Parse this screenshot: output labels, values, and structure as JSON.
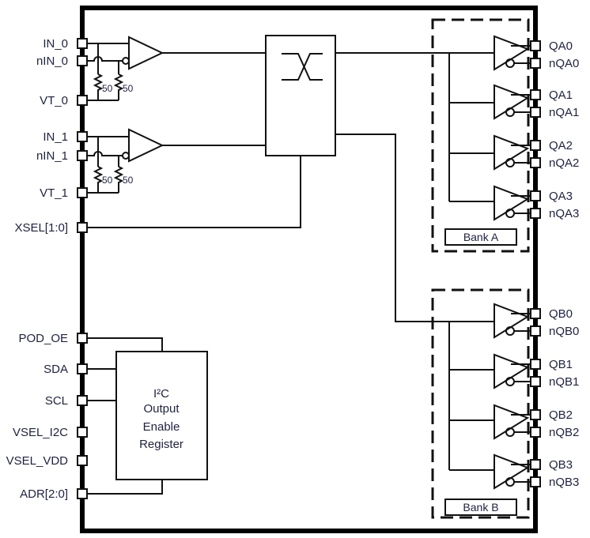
{
  "left_pins": {
    "in0": "IN_0",
    "nin0": "nIN_0",
    "vt0": "VT_0",
    "in1": "IN_1",
    "nin1": "nIN_1",
    "vt1": "VT_1",
    "xsel": "XSEL[1:0]",
    "pod_oe": "POD_OE",
    "sda": "SDA",
    "scl": "SCL",
    "vsel_i2c": "VSEL_I2C",
    "vsel_vdd": "VSEL_VDD",
    "adr": "ADR[2:0]"
  },
  "resistors": {
    "r1": "50",
    "r2": "50",
    "r3": "50",
    "r4": "50"
  },
  "bank_a": {
    "label": "Bank A",
    "outputs": [
      "QA0",
      "nQA0",
      "QA1",
      "nQA1",
      "QA2",
      "nQA2",
      "QA3",
      "nQA3"
    ]
  },
  "bank_b": {
    "label": "Bank B",
    "outputs": [
      "QB0",
      "nQB0",
      "QB1",
      "nQB1",
      "QB2",
      "nQB2",
      "QB3",
      "nQB3"
    ]
  },
  "register": {
    "line1": "I²C",
    "line2": "Output",
    "line3": "Enable",
    "line4": "Register"
  }
}
